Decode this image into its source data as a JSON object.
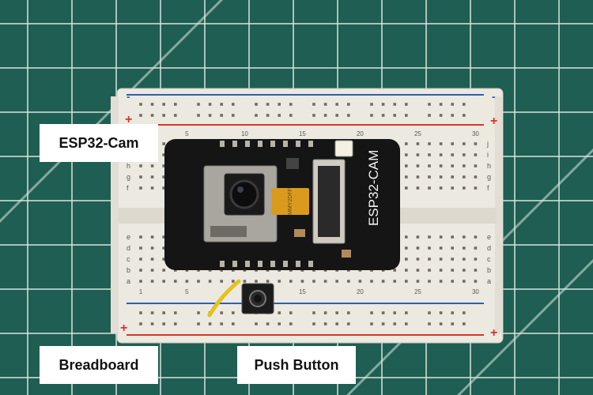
{
  "labels": {
    "esp32": "ESP32-Cam",
    "breadboard": "Breadboard",
    "push_button": "Push Button"
  },
  "board": {
    "silkscreen": "ESP32-CAM",
    "ribbon_text": "MMY2DFF"
  },
  "breadboard": {
    "rail_plus": "+",
    "rail_minus": "-",
    "row_letters_top": [
      "j",
      "i",
      "h",
      "g",
      "f"
    ],
    "row_letters_bottom": [
      "e",
      "d",
      "c",
      "b",
      "a"
    ],
    "column_marks": [
      "1",
      "5",
      "10",
      "15",
      "20",
      "25",
      "30"
    ]
  },
  "colors": {
    "mat": "#1f5e52",
    "grid": "#d8e6df",
    "board_white": "#ece9e1",
    "pcb": "#151515",
    "rail_red": "#d9342b",
    "rail_blue": "#2f5fb0",
    "wire": "#e4c21e"
  }
}
